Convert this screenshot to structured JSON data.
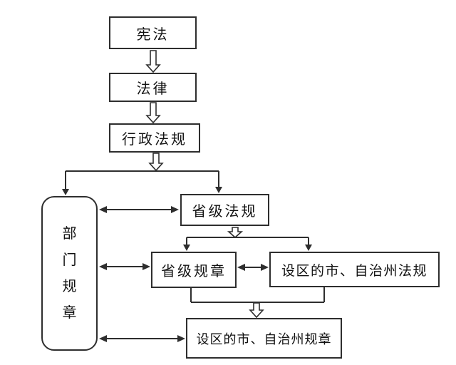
{
  "diagram": {
    "type": "flowchart",
    "background": "#ffffff",
    "line_color": "#2e2e2e",
    "box_fill": "#ffffff",
    "nodes": {
      "constitution": {
        "label": "宪法",
        "shape": "rect"
      },
      "law": {
        "label": "法律",
        "shape": "rect"
      },
      "admin_regulations": {
        "label": "行政法规",
        "shape": "rect"
      },
      "department_rules": {
        "label": "部门规章",
        "shape": "rounded-rect",
        "text_orientation": "vertical"
      },
      "provincial_regulations": {
        "label": "省级法规",
        "shape": "rect"
      },
      "provincial_rules": {
        "label": "省级规章",
        "shape": "rect"
      },
      "city_prefecture_regulations": {
        "label": "设区的市、自治州法规",
        "shape": "rect"
      },
      "city_prefecture_rules": {
        "label": "设区的市、自治州规章",
        "shape": "rect"
      }
    },
    "edges": [
      {
        "from": "宪法",
        "to": "法律",
        "style": "hollow-arrow-down"
      },
      {
        "from": "法律",
        "to": "行政法规",
        "style": "hollow-arrow-down"
      },
      {
        "from": "行政法规",
        "to": "部门规章",
        "style": "branch-arrow-down"
      },
      {
        "from": "行政法规",
        "to": "省级法规",
        "style": "branch-arrow-down"
      },
      {
        "from": "部门规章",
        "to": "省级法规",
        "style": "double-headed-arrow"
      },
      {
        "from": "省级法规",
        "to": "省级规章",
        "style": "branch-arrow-down"
      },
      {
        "from": "省级法规",
        "to": "设区的市、自治州法规",
        "style": "branch-arrow-down"
      },
      {
        "from": "部门规章",
        "to": "省级规章",
        "style": "double-headed-arrow"
      },
      {
        "from": "省级规章",
        "to": "设区的市、自治州法规",
        "style": "double-headed-arrow"
      },
      {
        "from": "省级规章",
        "to": "设区的市、自治州规章",
        "style": "merge-hollow-arrow-down"
      },
      {
        "from": "设区的市、自治州法规",
        "to": "设区的市、自治州规章",
        "style": "merge-hollow-arrow-down"
      },
      {
        "from": "部门规章",
        "to": "设区的市、自治州规章",
        "style": "double-headed-arrow"
      }
    ]
  }
}
